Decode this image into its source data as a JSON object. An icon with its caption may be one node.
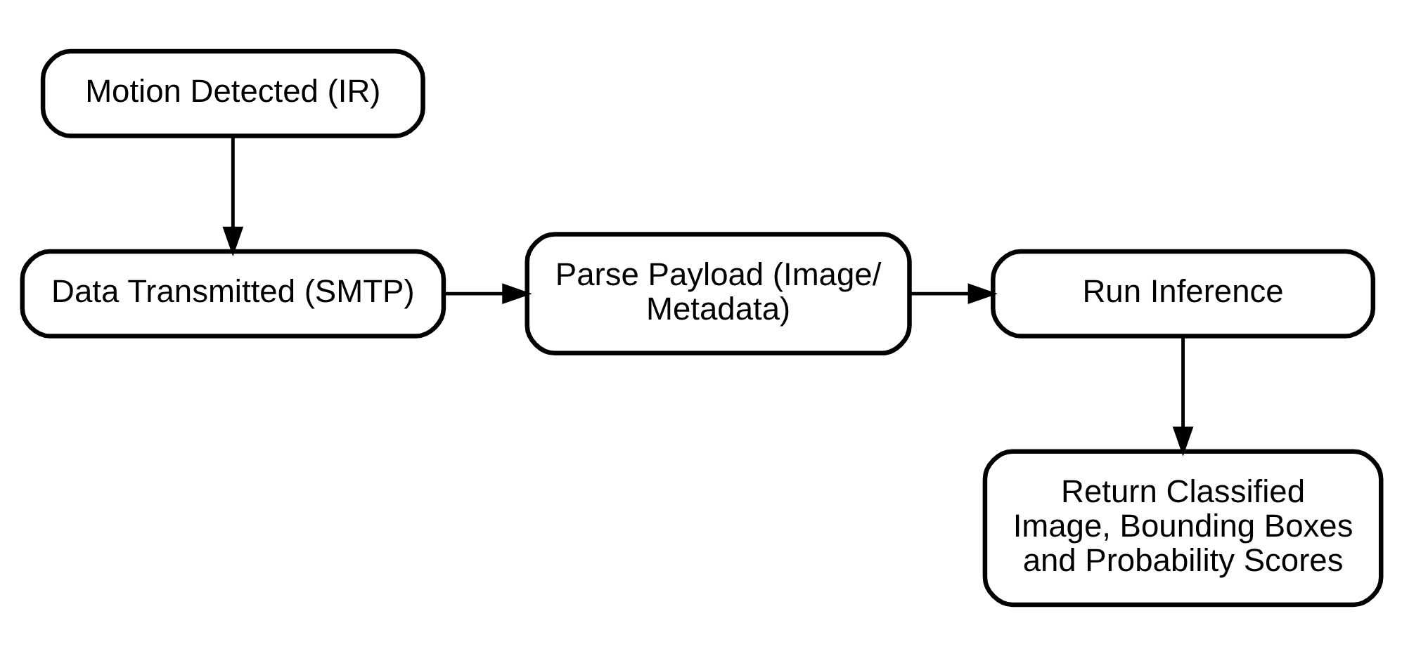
{
  "diagram": {
    "nodes": [
      {
        "text": [
          "Motion Detected (IR)"
        ]
      },
      {
        "text": [
          "Data Transmitted (SMTP)"
        ]
      },
      {
        "text": [
          "Parse Payload (Image/ Metadata)"
        ]
      },
      {
        "text": [
          "Run Inference"
        ]
      },
      {
        "text": [
          "Return Classified Image, Bounding Boxes and Probability Scores"
        ]
      }
    ],
    "edges": [
      {
        "from": 0,
        "to": 1,
        "arrow": "to"
      },
      {
        "from": 1,
        "to": 2,
        "arrow": "to"
      },
      {
        "from": 2,
        "to": 3,
        "arrow": "to"
      },
      {
        "from": 3,
        "to": 4,
        "arrow": "to"
      }
    ]
  }
}
